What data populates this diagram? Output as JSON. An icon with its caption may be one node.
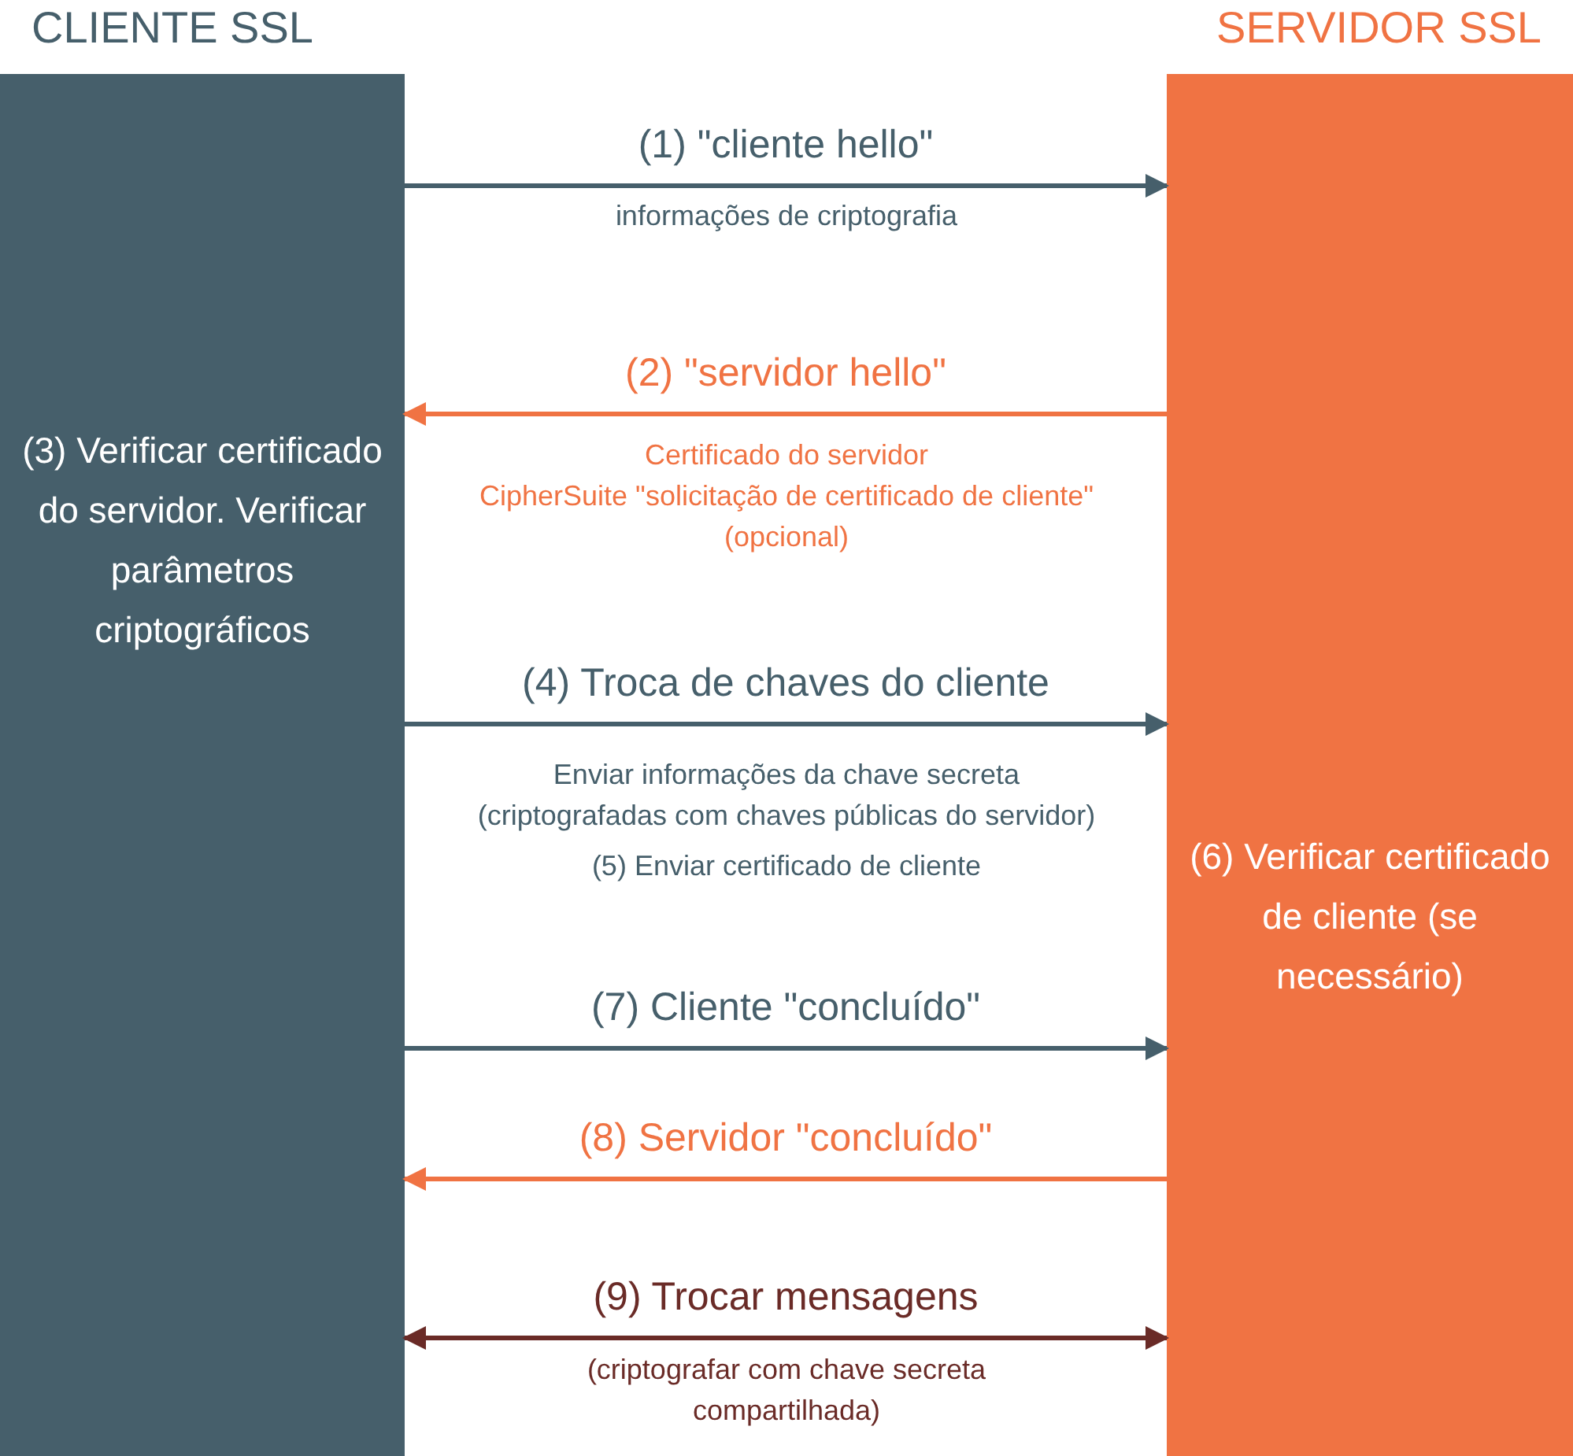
{
  "diagram": {
    "nodes": [
      {
        "text": [
          "CLIENTE SSL",
          "(3) Verificar certificado do servidor. Verificar parâmetros criptográficos"
        ]
      },
      {
        "text": [
          "SERVIDOR SSL",
          "(6) Verificar certificado de cliente (se necessário)"
        ]
      }
    ],
    "edges": [
      {
        "from": 0,
        "to": 1,
        "arrow": "to",
        "label": "(1)  \"cliente hello\""
      },
      {
        "from": 1,
        "to": 0,
        "arrow": "to",
        "label": "(2) \"servidor hello\"",
        "color": "#f07343"
      },
      {
        "from": 0,
        "to": 1,
        "arrow": "to",
        "label": "(4) Troca de chaves do cliente"
      },
      {
        "from": 0,
        "to": 1,
        "arrow": "to",
        "label": "(7) Cliente \"concluído\""
      },
      {
        "from": 1,
        "to": 0,
        "arrow": "to",
        "label": "(8) Servidor \"concluído\"",
        "color": "#f07343"
      },
      {
        "from": 0,
        "to": 1,
        "arrow": "both",
        "label": "(9) Trocar mensagens",
        "color": "#6a2b27"
      }
    ],
    "labels": [
      "informações de criptografia",
      "Certificado do servidor",
      "CipherSuite \"solicitação de certificado de cliente\" (opcional)",
      "Enviar informações da chave secreta (criptografadas com chaves públicas do servidor)",
      "(5) Enviar certificado de cliente",
      "(criptografar com chave secreta compartilhada)"
    ]
  }
}
